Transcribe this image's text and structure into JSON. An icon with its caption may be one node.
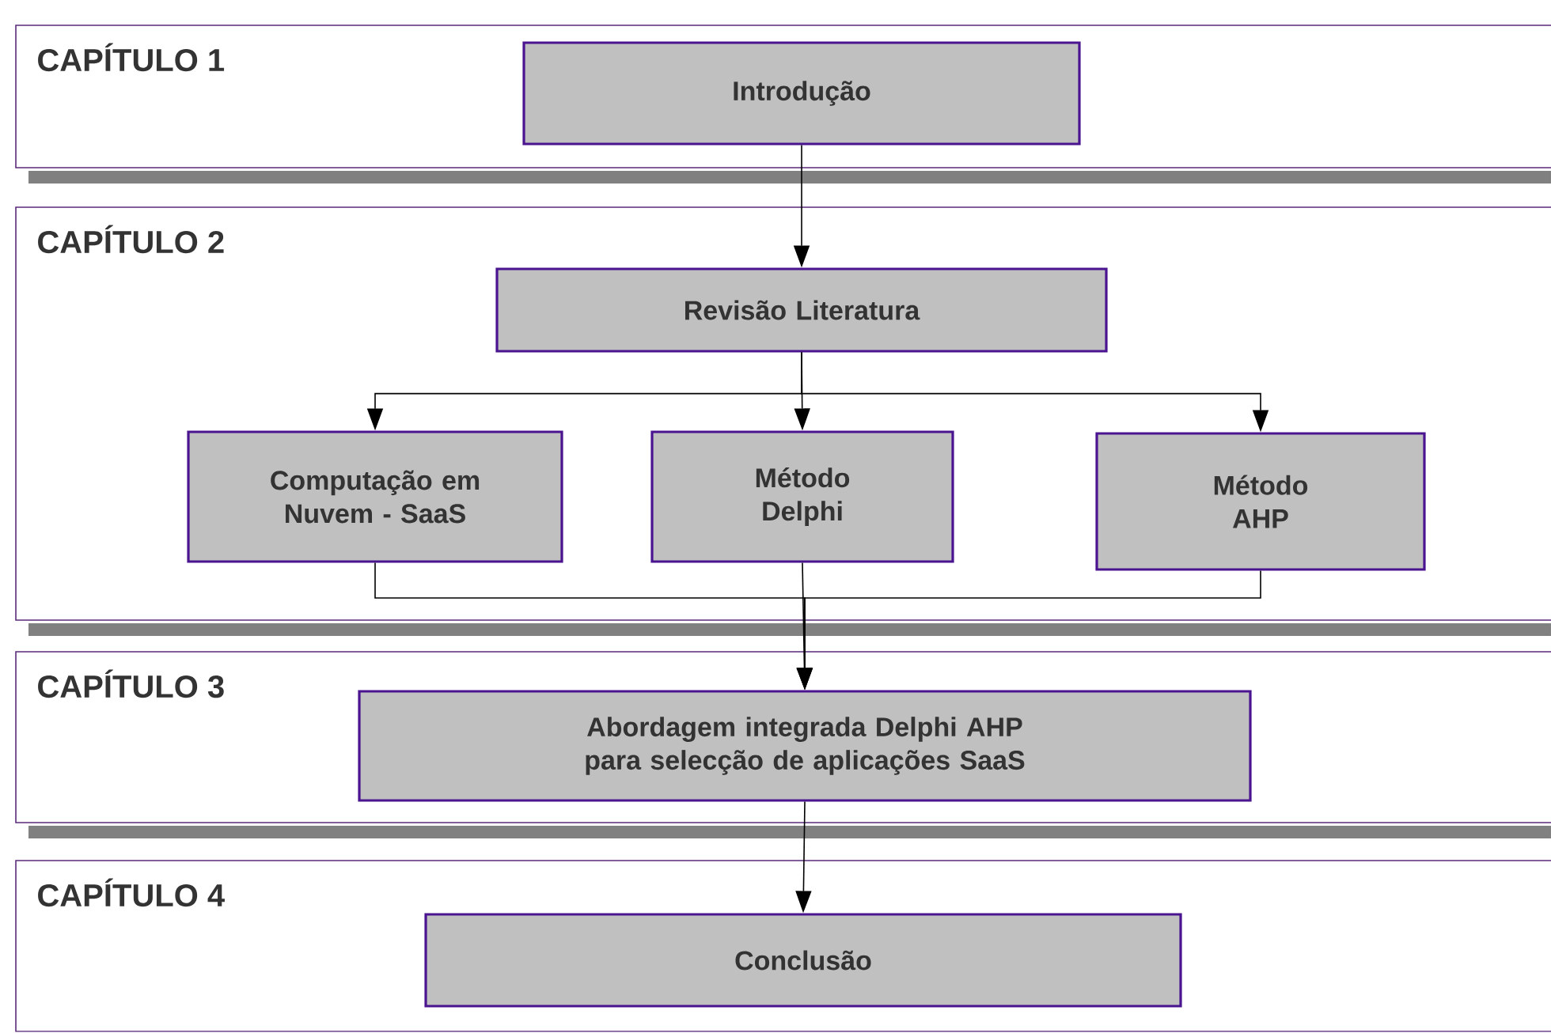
{
  "diagram": {
    "nodes": [
      {
        "text": [
          "CAPÍTULO 1"
        ]
      },
      {
        "text": [
          "Introdução"
        ],
        "in": 0
      },
      {
        "text": [
          "CAPÍTULO 2"
        ]
      },
      {
        "text": [
          "Revisão Literatura"
        ],
        "in": 2
      },
      {
        "text": [
          "Computação em Nuvem - SaaS"
        ],
        "in": 2
      },
      {
        "text": [
          "Método Delphi"
        ],
        "in": 2
      },
      {
        "text": [
          "Método AHP"
        ],
        "in": 2
      },
      {
        "text": [
          "CAPÍTULO 3"
        ]
      },
      {
        "text": [
          "Abordagem integrada Delphi AHP para selecção de aplicações SaaS"
        ],
        "in": 7
      },
      {
        "text": [
          "CAPÍTULO 4"
        ]
      },
      {
        "text": [
          "Conclusão"
        ],
        "in": 9
      }
    ],
    "edges": [
      {
        "from": 1,
        "to": 3,
        "arrow": "to"
      },
      {
        "from": 3,
        "to": 4,
        "arrow": "to"
      },
      {
        "from": 3,
        "to": 5,
        "arrow": "to"
      },
      {
        "from": 3,
        "to": 6,
        "arrow": "to"
      },
      {
        "from": 4,
        "to": 8,
        "arrow": "to"
      },
      {
        "from": 5,
        "to": 8,
        "arrow": "to"
      },
      {
        "from": 6,
        "to": 8,
        "arrow": "to"
      },
      {
        "from": 8,
        "to": 10,
        "arrow": "to"
      }
    ]
  }
}
